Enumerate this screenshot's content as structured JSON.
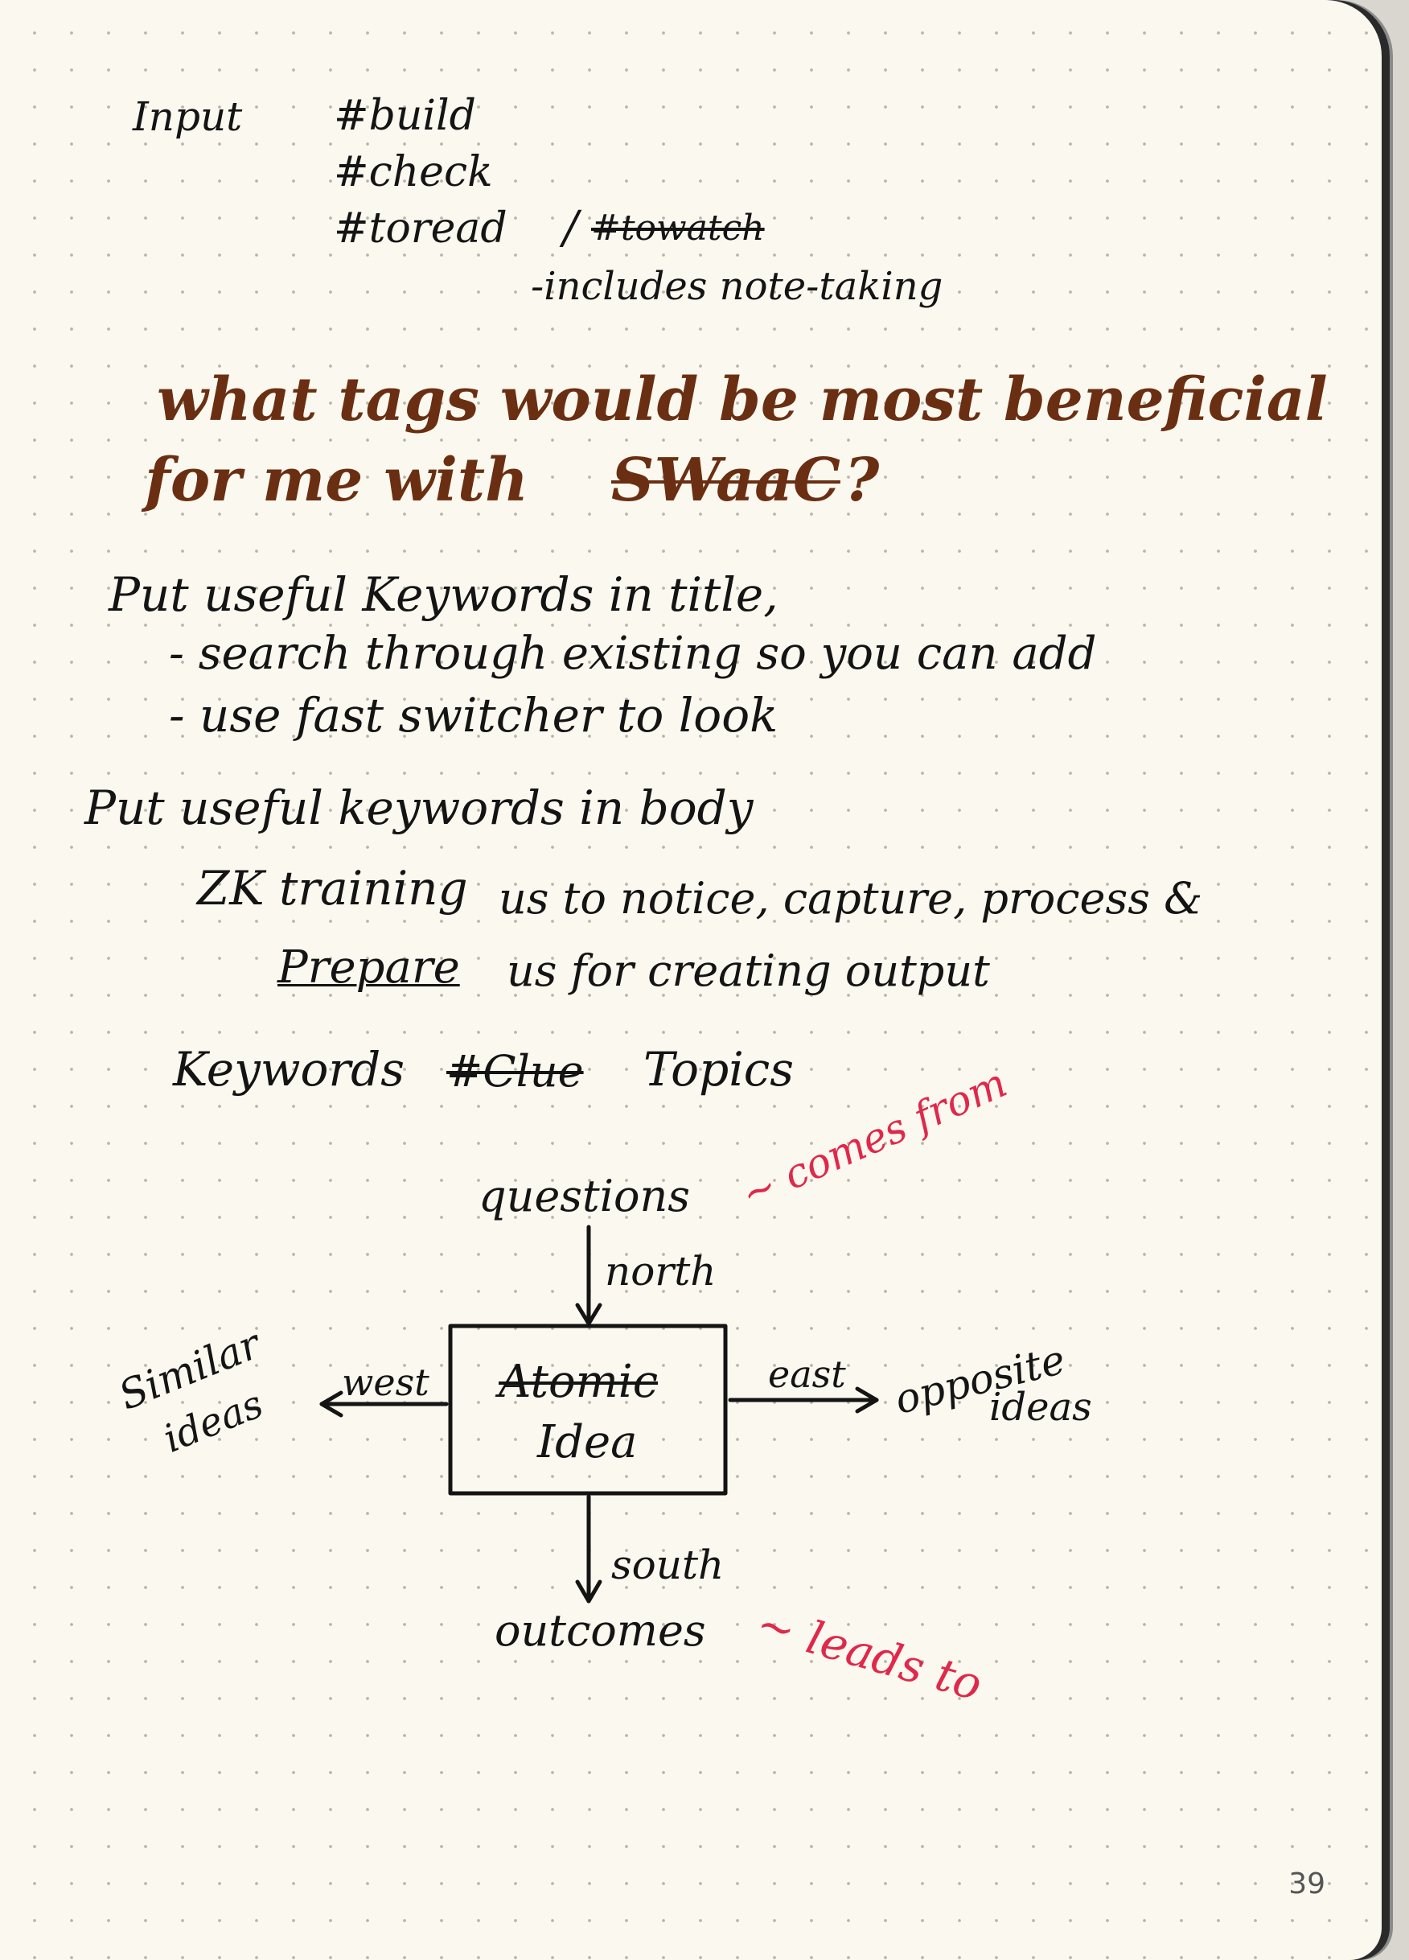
{
  "input_block": {
    "label": "Input",
    "tags": [
      "#build",
      "#check"
    ],
    "toread": "#toread",
    "towatch": "#towatch",
    "note": "-includes note-taking"
  },
  "question": {
    "line1": "what tags would be most beneficial",
    "line2_prefix": "for me with",
    "line2_struck": "SWaaC",
    "line2_suffix": "?"
  },
  "notes": {
    "line1": "Put useful Keywords in title,",
    "line2": "- search through existing so you can add",
    "line3": "- use fast switcher to look",
    "line4": "Put useful keywords in body",
    "line5_prefix": "ZK training",
    "line5_suffix": "us to notice, capture, process &",
    "line6_prepare": "Prepare",
    "line6_suffix": "us for creating output",
    "line7_prefix": "Keywords",
    "line7_struck": "#Clue",
    "line7_suffix": "Topics"
  },
  "diagram": {
    "center_line1": "Atomic",
    "center_line2": "Idea",
    "north_node": "questions",
    "north_label": "north",
    "north_note": "~ comes from",
    "south_node": "outcomes",
    "south_label": "south",
    "south_note": "~ leads to",
    "west_node_line1": "Similar",
    "west_node_line2": "ideas",
    "west_label": "west",
    "east_node_line1": "opposite",
    "east_node_line2": "ideas",
    "east_label": "east"
  },
  "page_number": "39"
}
